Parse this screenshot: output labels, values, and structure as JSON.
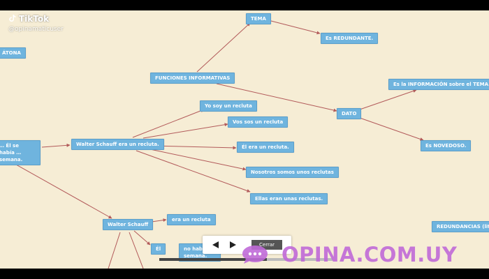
{
  "watermark": {
    "brand": "TikTok",
    "handle": "@opinamaticuser",
    "icon": "tiktok-icon"
  },
  "nodes": {
    "tema": "TEMA",
    "redundante": "Es REDUNDANTE.",
    "funciones": "FUNCIONES INFORMATIVAS",
    "info_tema": "Es la INFORMACIÓN sobre el TEMA.",
    "dato": "DATO",
    "novedoso": "Es NOVEDOSO.",
    "atona": "ÁTONA",
    "el_habia": "… Él se había … semana.",
    "walter_era": "Walter Schauff era un recluta.",
    "yo": "Yo soy un recluta",
    "vos": "Vos sos un recluta",
    "el_era": "Él era un recluta.",
    "nosotros": "Nosotros somos unos reclutas",
    "ellas": "Ellas eran unas reclutas.",
    "walter": "Walter Schauff",
    "era_recluta": "era un recluta",
    "el2": "Él",
    "no_habia": "no había … semana.",
    "redundancias": "REDUNDANCIAS (lite"
  },
  "player": {
    "close_label": "Cerrar",
    "prev_icon": "prev-arrow-icon",
    "next_icon": "next-arrow-icon",
    "progress": 0.62
  },
  "brand": {
    "text": "OPINA.COM.UY",
    "icon": "chat-bubble-icon"
  },
  "colors": {
    "node": "#6fb4de",
    "edge": "#b25a5a",
    "canvas": "#f6edd5",
    "brand": "#c06ad8"
  }
}
